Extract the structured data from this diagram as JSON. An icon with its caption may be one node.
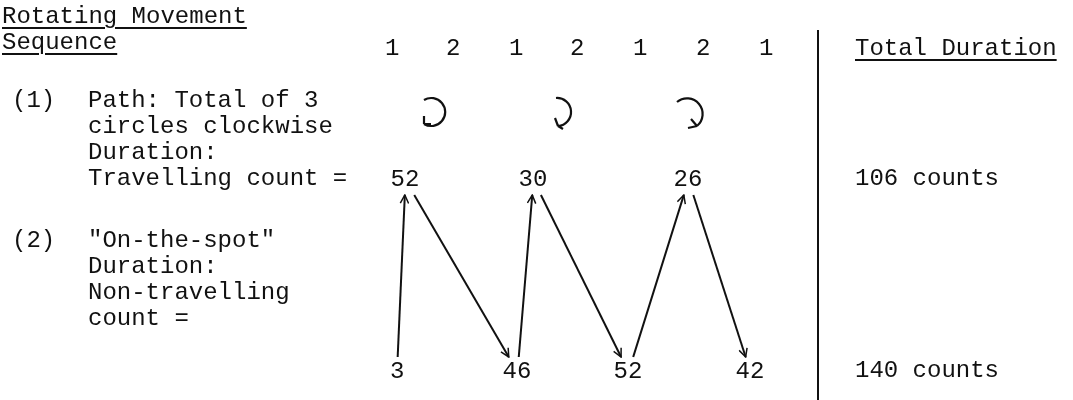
{
  "diagram": {
    "nodes": [
      {
        "text": [
          "52"
        ]
      },
      {
        "text": [
          "30"
        ]
      },
      {
        "text": [
          "26"
        ]
      },
      {
        "text": [
          "3"
        ]
      },
      {
        "text": [
          "46"
        ]
      },
      {
        "text": [
          "52"
        ]
      },
      {
        "text": [
          "42"
        ]
      }
    ],
    "edges": [
      {
        "from": 3,
        "to": 0,
        "arrow": "to"
      },
      {
        "from": 0,
        "to": 4,
        "arrow": "to"
      },
      {
        "from": 4,
        "to": 1,
        "arrow": "to"
      },
      {
        "from": 1,
        "to": 5,
        "arrow": "to"
      },
      {
        "from": 5,
        "to": 2,
        "arrow": "to"
      },
      {
        "from": 2,
        "to": 6,
        "arrow": "to"
      }
    ],
    "labels": [
      "Rotating Movement Sequence",
      "1",
      "2",
      "1",
      "2",
      "1",
      "2",
      "1",
      "Total Duration",
      "(1)",
      "Path: Total of 3 circles clockwise",
      "Duration:",
      "Travelling count =",
      "106 counts",
      "(2)",
      "\"On-the-spot\"",
      "Duration:",
      "Non-travelling count =",
      "140 counts"
    ]
  }
}
